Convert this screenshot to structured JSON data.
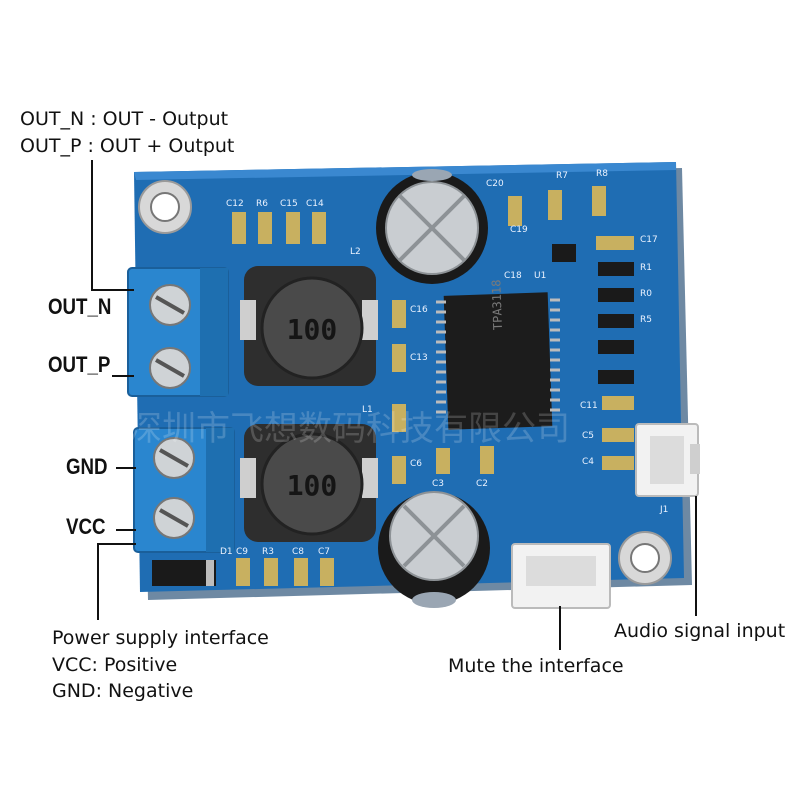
{
  "annotations": {
    "output_line1": "OUT_N : OUT - Output",
    "output_line2": "OUT_P : OUT + Output",
    "power_line1": "Power supply interface",
    "power_line2": "VCC: Positive",
    "power_line3": "GND: Negative",
    "mute_label": "Mute the interface",
    "audio_label": "Audio signal input"
  },
  "pin_labels": {
    "out_n": "OUT_N",
    "out_p": "OUT_P",
    "gnd": "GND",
    "vcc": "VCC"
  },
  "inductors": {
    "top": "100",
    "bottom": "100"
  },
  "silkscreen": {
    "c12": "C12",
    "r6": "R6",
    "c15": "C15",
    "c14": "C14",
    "c20": "C20",
    "r7": "R7",
    "r8": "R8",
    "c19": "C19",
    "c17": "C17",
    "l2": "L2",
    "c18": "C18",
    "u1": "U1",
    "r1": "R1",
    "r0": "R0",
    "r5": "R5",
    "c16": "C16",
    "c13": "C13",
    "l1": "L1",
    "c11": "C11",
    "c5": "C5",
    "c4": "C4",
    "c6": "C6",
    "c3": "C3",
    "c2": "C2",
    "c7": "C7",
    "c8": "C8",
    "r3": "R3",
    "c9": "C9",
    "d1": "D1",
    "j1": "J1",
    "chip_text1": "TPA3118",
    "watermark": "深圳市飞想数码科技有限公司"
  },
  "colors": {
    "board": "#1f6db3",
    "terminal": "#2a86cf",
    "inductor": "#3a3a3a",
    "text": "#111111"
  }
}
